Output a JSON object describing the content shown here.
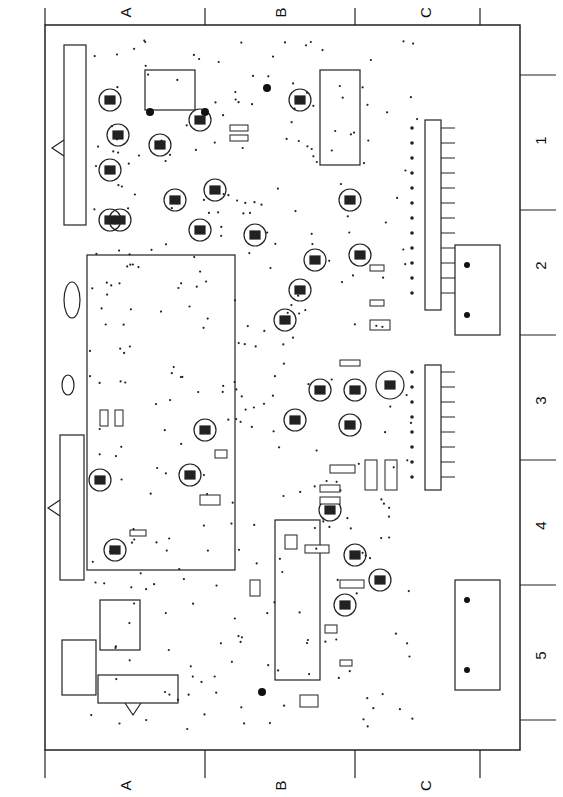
{
  "diagram": {
    "labels": [
      "A",
      "B",
      "C",
      "A",
      "B",
      "C",
      "1",
      "2",
      "3",
      "4",
      "5"
    ]
  }
}
